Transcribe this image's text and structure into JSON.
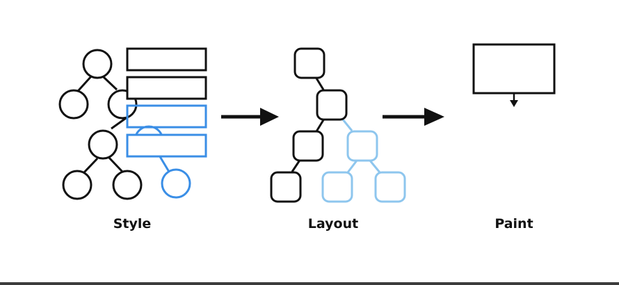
{
  "stages": [
    {
      "label": "Style"
    },
    {
      "label": "Layout"
    },
    {
      "label": "Paint"
    }
  ],
  "colors": {
    "stroke": "#111111",
    "highlight": "#3a8ee6",
    "highlight_light": "#8ec6ee",
    "background": "#ffffff"
  }
}
